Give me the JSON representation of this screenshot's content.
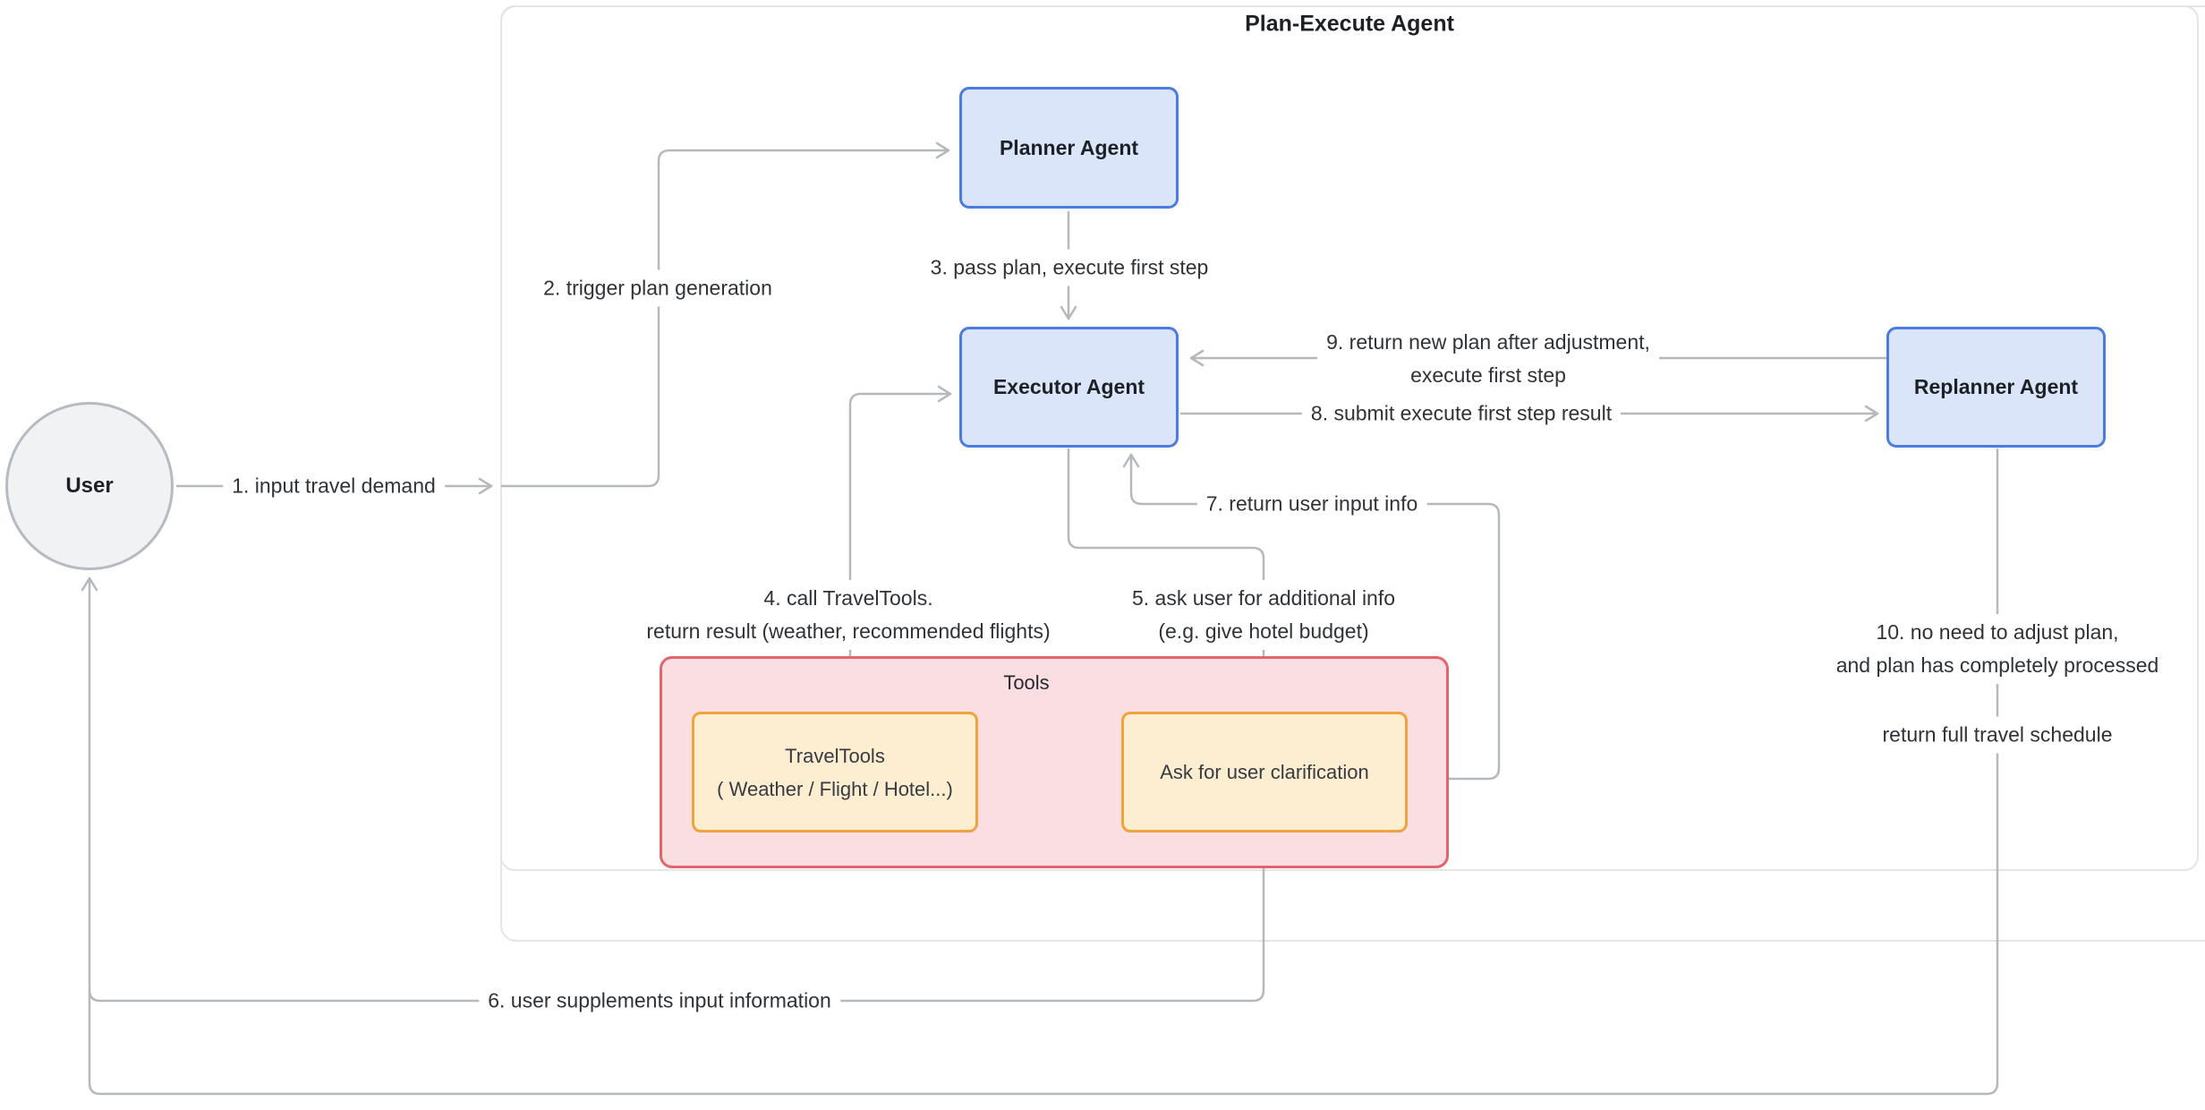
{
  "frame": {
    "title": "Plan-Execute Agent"
  },
  "nodes": {
    "user": {
      "label": "User"
    },
    "planner": {
      "label": "Planner Agent"
    },
    "executor": {
      "label": "Executor Agent"
    },
    "replanner": {
      "label": "Replanner Agent"
    },
    "tools_group": {
      "label": "Tools"
    },
    "traveltools": {
      "lines": [
        "TravelTools",
        "( Weather / Flight / Hotel...)"
      ]
    },
    "ask_user": {
      "label": "Ask for user clarification"
    }
  },
  "edges": {
    "e1": {
      "label": "1. input travel demand"
    },
    "e2": {
      "label": "2. trigger plan generation"
    },
    "e3": {
      "label": "3. pass plan, execute first step"
    },
    "e4": {
      "lines": [
        "4. call TravelTools.",
        "return result (weather, recommended flights)"
      ]
    },
    "e5": {
      "lines": [
        "5. ask user for additional info",
        "(e.g. give hotel budget)"
      ]
    },
    "e6": {
      "label": "6. user supplements input information"
    },
    "e7": {
      "label": "7. return user input info"
    },
    "e8": {
      "label": "8. submit execute first step result"
    },
    "e9": {
      "lines": [
        "9. return new plan after adjustment,",
        "execute first step"
      ]
    },
    "e10": {
      "lines": [
        "10. no need to adjust plan,",
        "and plan has completely processed"
      ],
      "label2": "return full travel schedule"
    }
  },
  "colors": {
    "accent_blue_border": "#4a7ce2",
    "accent_blue_fill": "#dbe5fa",
    "tools_border": "#e4646c",
    "tools_fill": "#fbdee2",
    "tool_box_border": "#f0a23c",
    "tool_box_fill": "#fdedd1",
    "user_fill": "#f0f2f4",
    "user_border": "#b6bbc1",
    "edge_gray": "#b5b9bd",
    "frame_border": "#e3e5e7",
    "text_dark": "#1d2127",
    "text_label": "#2f3338"
  }
}
